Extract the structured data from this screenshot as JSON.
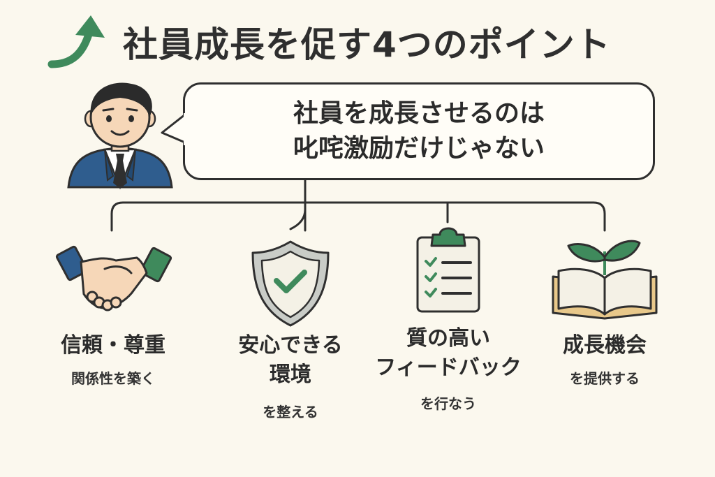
{
  "header": {
    "title": "社員成長を促す4つのポイント",
    "arrow_icon": "growth-arrow-icon"
  },
  "speech": {
    "line1": "社員を成長させるのは",
    "line2": "叱咤激励だけじゃない"
  },
  "points": [
    {
      "icon": "handshake-icon",
      "title_lines": [
        "信頼・尊重"
      ],
      "sub": "関係性を築く"
    },
    {
      "icon": "shield-check-icon",
      "title_lines": [
        "安心できる",
        "環境"
      ],
      "sub": "を整える"
    },
    {
      "icon": "clipboard-checklist-icon",
      "title_lines": [
        "質の高い",
        "フィードバック"
      ],
      "sub": "を行なう"
    },
    {
      "icon": "book-sprout-icon",
      "title_lines": [
        "成長機会"
      ],
      "sub": "を提供する"
    }
  ],
  "colors": {
    "background": "#fbf8ee",
    "accent_green": "#3f8a5c",
    "suit_blue": "#2f5d8e",
    "ink": "#2f2f2f"
  }
}
